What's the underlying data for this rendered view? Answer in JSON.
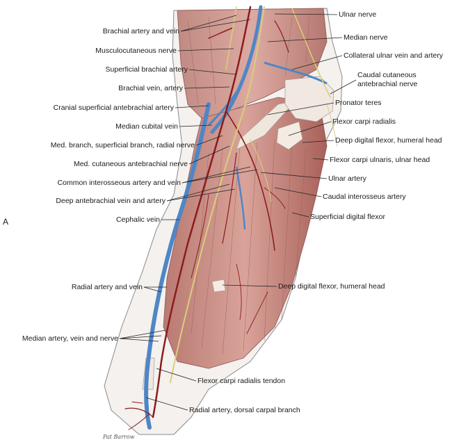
{
  "figure": {
    "panel_letter": "A",
    "artist_signature": "Pat Barrow"
  },
  "labels_left": [
    "Brachial artery and vein",
    "Musculocutaneous nerve",
    "Superficial brachial artery",
    "Brachial vein, artery",
    "Cranial superficial antebrachial artery",
    "Median cubital vein",
    "Med. branch, superficial branch, radial nerve",
    "Med. cutaneous antebrachial nerve",
    "Common interosseous artery and vein",
    "Deep antebrachial vein and artery",
    "Cephalic vein",
    "Radial artery and vein",
    "Median artery, vein and nerve"
  ],
  "labels_right": [
    "Ulnar nerve",
    "Median nerve",
    "Collateral ulnar vein and artery",
    "Caudal cutaneous",
    "antebrachial nerve",
    "Pronator teres",
    "Flexor carpi radialis",
    "Deep digital flexor, humeral head",
    "Flexor carpi ulnaris, ulnar head",
    "Ulnar artery",
    "Caudal interosseus artery",
    "Superficial digital flexor",
    "Deep digital flexor, humeral head"
  ],
  "labels_bottom": [
    "Flexor carpi radialis tendon",
    "Radial artery, dorsal carpal branch"
  ],
  "colors": {
    "muscle": "#c98f86",
    "muscle_dark": "#a8615a",
    "muscle_light": "#e3c0b8",
    "vein": "#4f86c6",
    "artery": "#8a1c1c",
    "nerve": "#e8e0a0",
    "tendon": "#efe6dc",
    "skin": "#f4f1ee",
    "leader": "#222222"
  }
}
